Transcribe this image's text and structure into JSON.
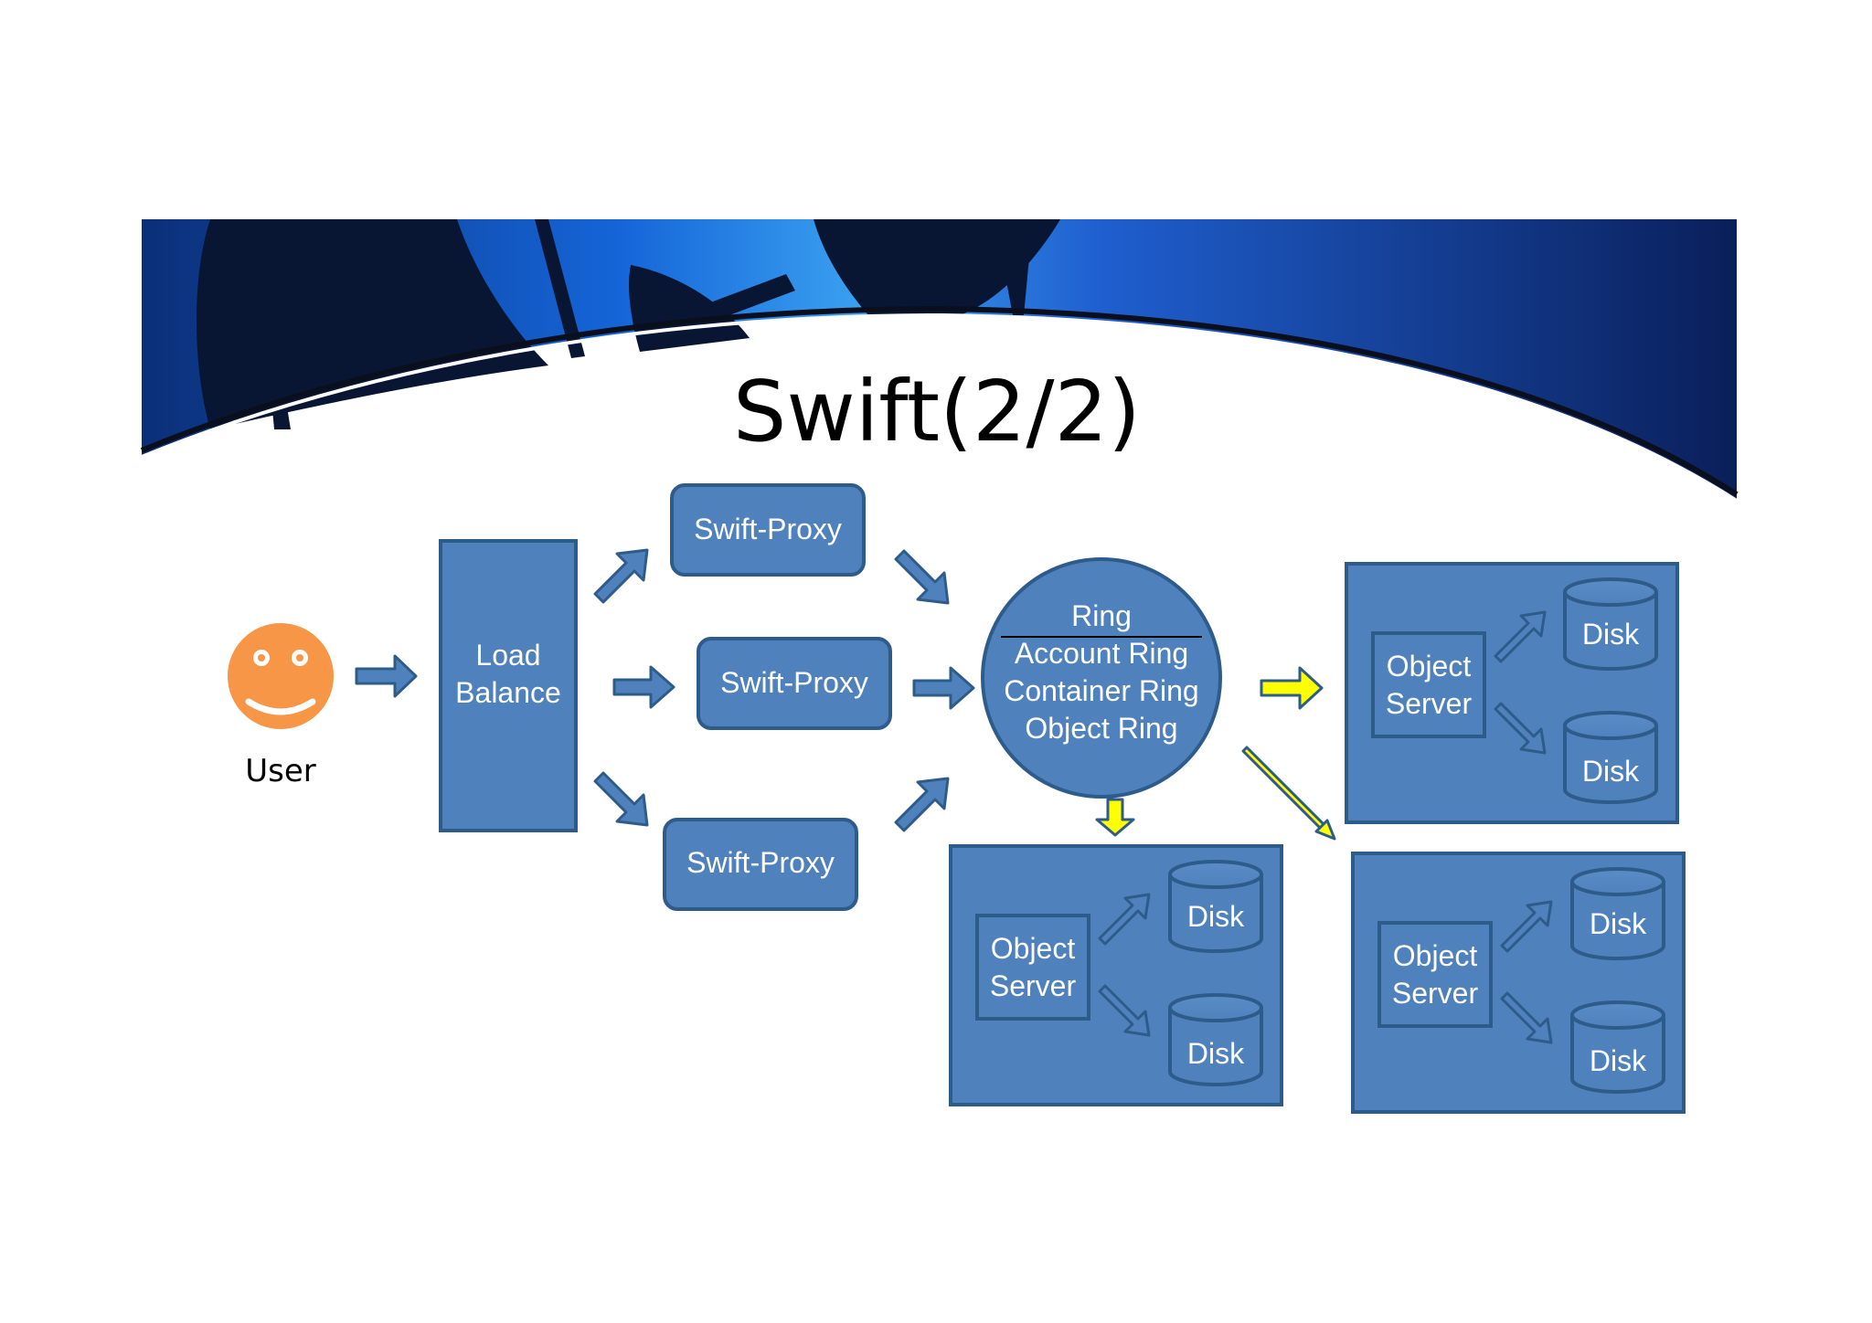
{
  "slide": {
    "title": "Swift(2/2)"
  },
  "user": {
    "label": "User"
  },
  "load_balancer": {
    "line1": "Load",
    "line2": "Balance"
  },
  "proxies": [
    {
      "label": "Swift-Proxy"
    },
    {
      "label": "Swift-Proxy"
    },
    {
      "label": "Swift-Proxy"
    }
  ],
  "ring": {
    "heading": "Ring",
    "items": [
      "Account Ring",
      "Container Ring",
      "Object Ring"
    ]
  },
  "storage_nodes": [
    {
      "server_line1": "Object",
      "server_line2": "Server",
      "disks": [
        "Disk",
        "Disk"
      ]
    },
    {
      "server_line1": "Object",
      "server_line2": "Server",
      "disks": [
        "Disk",
        "Disk"
      ]
    },
    {
      "server_line1": "Object",
      "server_line2": "Server",
      "disks": [
        "Disk",
        "Disk"
      ]
    }
  ],
  "colors": {
    "box_fill": "#4f81bd",
    "box_stroke": "#2e5c8a",
    "arrow_blue": "#4f81bd",
    "arrow_yellow": "#ffff00",
    "user_face": "#f79646",
    "banner_dark": "#0a1f4d",
    "banner_light": "#1f6fd6"
  }
}
